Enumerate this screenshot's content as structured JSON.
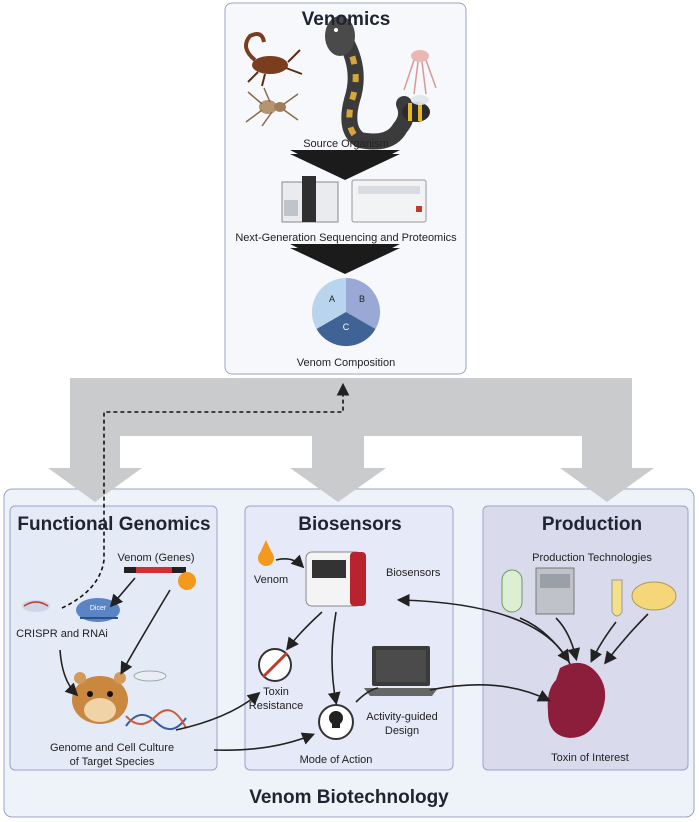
{
  "venomics": {
    "title": "Venomics",
    "source_organism": "Source Organism",
    "ngs": "Next-Generation Sequencing and Proteomics",
    "composition": "Venom Composition",
    "pie_labels": [
      "A",
      "B",
      "C"
    ]
  },
  "functional_genomics": {
    "title": "Functional Genomics",
    "venom_genes": "Venom  (Genes)",
    "dicer": "Dicer",
    "crispr": "CRISPR and RNAi",
    "genome_line1": "Genome and Cell Culture",
    "genome_line2": "of Target Species"
  },
  "biosensors": {
    "title": "Biosensors",
    "venom": "Venom",
    "biosensors_label": "Biosensors",
    "toxin_line1": "Toxin",
    "toxin_line2": "Resistance",
    "mode": "Mode of Action",
    "activity_line1": "Activity-guided",
    "activity_line2": "Design"
  },
  "production": {
    "title": "Production",
    "technologies": "Production Technologies",
    "toxin": "Toxin of Interest"
  },
  "footer": {
    "title": "Venom Biotechnology"
  },
  "colors": {
    "panel_border": "#9aa3c9",
    "venomics_bg": "#f7f8fc",
    "fg_bg": "#e4ebf7",
    "bio_bg": "#e6e9f7",
    "prod_bg": "#d9dbec",
    "outer_bg": "#eef2f9",
    "arrow_gray": "#c9cbcd",
    "toxin_red": "#8c1d3b",
    "venom_orange": "#f39a1e"
  }
}
